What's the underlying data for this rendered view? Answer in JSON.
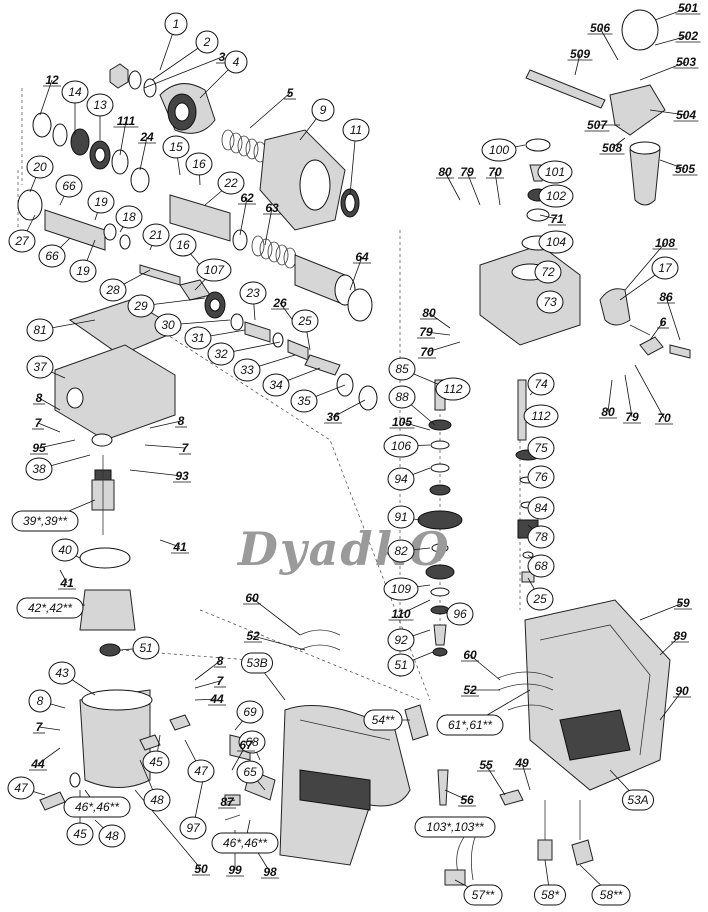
{
  "watermark": "DyadkO",
  "labels": [
    {
      "id": "1",
      "boxed": false
    },
    {
      "id": "2",
      "boxed": false
    },
    {
      "id": "3",
      "boxed": false
    },
    {
      "id": "4",
      "boxed": false
    },
    {
      "id": "5",
      "boxed": false
    },
    {
      "id": "9",
      "boxed": false
    },
    {
      "id": "11",
      "boxed": false
    },
    {
      "id": "12",
      "boxed": false
    },
    {
      "id": "14",
      "boxed": false
    },
    {
      "id": "13",
      "boxed": false
    },
    {
      "id": "111",
      "boxed": false
    },
    {
      "id": "24",
      "boxed": false
    },
    {
      "id": "15",
      "boxed": false
    },
    {
      "id": "16",
      "boxed": false
    },
    {
      "id": "22",
      "boxed": false
    },
    {
      "id": "62",
      "boxed": false
    },
    {
      "id": "63",
      "boxed": false
    },
    {
      "id": "20",
      "boxed": false
    },
    {
      "id": "66",
      "boxed": false
    },
    {
      "id": "19",
      "boxed": false
    },
    {
      "id": "18",
      "boxed": false
    },
    {
      "id": "21",
      "boxed": false
    },
    {
      "id": "27",
      "boxed": false
    },
    {
      "id": "66",
      "boxed": false
    },
    {
      "id": "19",
      "boxed": false
    },
    {
      "id": "16",
      "boxed": false
    },
    {
      "id": "107",
      "boxed": false
    },
    {
      "id": "64",
      "boxed": false
    },
    {
      "id": "28",
      "boxed": false
    },
    {
      "id": "29",
      "boxed": false
    },
    {
      "id": "23",
      "boxed": false
    },
    {
      "id": "26",
      "boxed": false
    },
    {
      "id": "30",
      "boxed": false
    },
    {
      "id": "25",
      "boxed": false
    },
    {
      "id": "31",
      "boxed": false
    },
    {
      "id": "32",
      "boxed": false
    },
    {
      "id": "33",
      "boxed": false
    },
    {
      "id": "34",
      "boxed": false
    },
    {
      "id": "35",
      "boxed": false
    },
    {
      "id": "36",
      "boxed": false
    },
    {
      "id": "81",
      "boxed": false
    },
    {
      "id": "37",
      "boxed": false
    },
    {
      "id": "8",
      "boxed": false
    },
    {
      "id": "7",
      "boxed": false
    },
    {
      "id": "95",
      "boxed": false
    },
    {
      "id": "8",
      "boxed": false
    },
    {
      "id": "7",
      "boxed": false
    },
    {
      "id": "38",
      "boxed": false
    },
    {
      "id": "93",
      "boxed": false
    },
    {
      "id": "39*,39**",
      "boxed": true
    },
    {
      "id": "41",
      "boxed": false
    },
    {
      "id": "40",
      "boxed": false
    },
    {
      "id": "41",
      "boxed": false
    },
    {
      "id": "42*,42**",
      "boxed": true
    },
    {
      "id": "51",
      "boxed": false
    },
    {
      "id": "501",
      "boxed": false
    },
    {
      "id": "506",
      "boxed": false
    },
    {
      "id": "509",
      "boxed": false
    },
    {
      "id": "502",
      "boxed": false
    },
    {
      "id": "503",
      "boxed": false
    },
    {
      "id": "504",
      "boxed": false
    },
    {
      "id": "507",
      "boxed": false
    },
    {
      "id": "508",
      "boxed": false
    },
    {
      "id": "505",
      "boxed": false
    },
    {
      "id": "100",
      "boxed": false
    },
    {
      "id": "101",
      "boxed": false
    },
    {
      "id": "80",
      "boxed": false
    },
    {
      "id": "79",
      "boxed": false
    },
    {
      "id": "70",
      "boxed": false
    },
    {
      "id": "102",
      "boxed": false
    },
    {
      "id": "71",
      "boxed": false
    },
    {
      "id": "104",
      "boxed": false
    },
    {
      "id": "72",
      "boxed": false
    },
    {
      "id": "108",
      "boxed": false
    },
    {
      "id": "17",
      "boxed": false
    },
    {
      "id": "73",
      "boxed": false
    },
    {
      "id": "86",
      "boxed": false
    },
    {
      "id": "80",
      "boxed": false
    },
    {
      "id": "79",
      "boxed": false
    },
    {
      "id": "70",
      "boxed": false
    },
    {
      "id": "6",
      "boxed": false
    },
    {
      "id": "85",
      "boxed": false
    },
    {
      "id": "112",
      "boxed": false
    },
    {
      "id": "74",
      "boxed": false
    },
    {
      "id": "88",
      "boxed": false
    },
    {
      "id": "80",
      "boxed": false
    },
    {
      "id": "79",
      "boxed": false
    },
    {
      "id": "70",
      "boxed": false
    },
    {
      "id": "105",
      "boxed": false
    },
    {
      "id": "112",
      "boxed": false
    },
    {
      "id": "106",
      "boxed": false
    },
    {
      "id": "75",
      "boxed": false
    },
    {
      "id": "94",
      "boxed": false
    },
    {
      "id": "76",
      "boxed": false
    },
    {
      "id": "84",
      "boxed": false
    },
    {
      "id": "91",
      "boxed": false
    },
    {
      "id": "78",
      "boxed": false
    },
    {
      "id": "82",
      "boxed": false
    },
    {
      "id": "68",
      "boxed": false
    },
    {
      "id": "109",
      "boxed": false
    },
    {
      "id": "25",
      "boxed": false
    },
    {
      "id": "110",
      "boxed": false
    },
    {
      "id": "96",
      "boxed": false
    },
    {
      "id": "92",
      "boxed": false
    },
    {
      "id": "51",
      "boxed": false
    },
    {
      "id": "59",
      "boxed": false
    },
    {
      "id": "89",
      "boxed": false
    },
    {
      "id": "60",
      "boxed": false
    },
    {
      "id": "52",
      "boxed": false
    },
    {
      "id": "53B",
      "boxed": true
    },
    {
      "id": "60",
      "boxed": false
    },
    {
      "id": "52",
      "boxed": false
    },
    {
      "id": "90",
      "boxed": false
    },
    {
      "id": "54**",
      "boxed": true
    },
    {
      "id": "61*,61**",
      "boxed": true
    },
    {
      "id": "43",
      "boxed": false
    },
    {
      "id": "8",
      "boxed": false
    },
    {
      "id": "7",
      "boxed": false
    },
    {
      "id": "44",
      "boxed": false
    },
    {
      "id": "8",
      "boxed": false
    },
    {
      "id": "7",
      "boxed": false
    },
    {
      "id": "44",
      "boxed": false
    },
    {
      "id": "69",
      "boxed": false
    },
    {
      "id": "68",
      "boxed": false
    },
    {
      "id": "67",
      "boxed": false
    },
    {
      "id": "45",
      "boxed": false
    },
    {
      "id": "47",
      "boxed": false
    },
    {
      "id": "65",
      "boxed": false
    },
    {
      "id": "48",
      "boxed": false
    },
    {
      "id": "47",
      "boxed": false
    },
    {
      "id": "87",
      "boxed": false
    },
    {
      "id": "46*,46**",
      "boxed": true
    },
    {
      "id": "97",
      "boxed": false
    },
    {
      "id": "46*,46**",
      "boxed": true
    },
    {
      "id": "45",
      "boxed": false
    },
    {
      "id": "48",
      "boxed": false
    },
    {
      "id": "50",
      "boxed": false
    },
    {
      "id": "99",
      "boxed": false
    },
    {
      "id": "98",
      "boxed": false
    },
    {
      "id": "55",
      "boxed": false
    },
    {
      "id": "49",
      "boxed": false
    },
    {
      "id": "56",
      "boxed": false
    },
    {
      "id": "53A",
      "boxed": true
    },
    {
      "id": "103*,103**",
      "boxed": true
    },
    {
      "id": "57**",
      "boxed": true
    },
    {
      "id": "58*",
      "boxed": true
    },
    {
      "id": "58**",
      "boxed": true
    }
  ]
}
